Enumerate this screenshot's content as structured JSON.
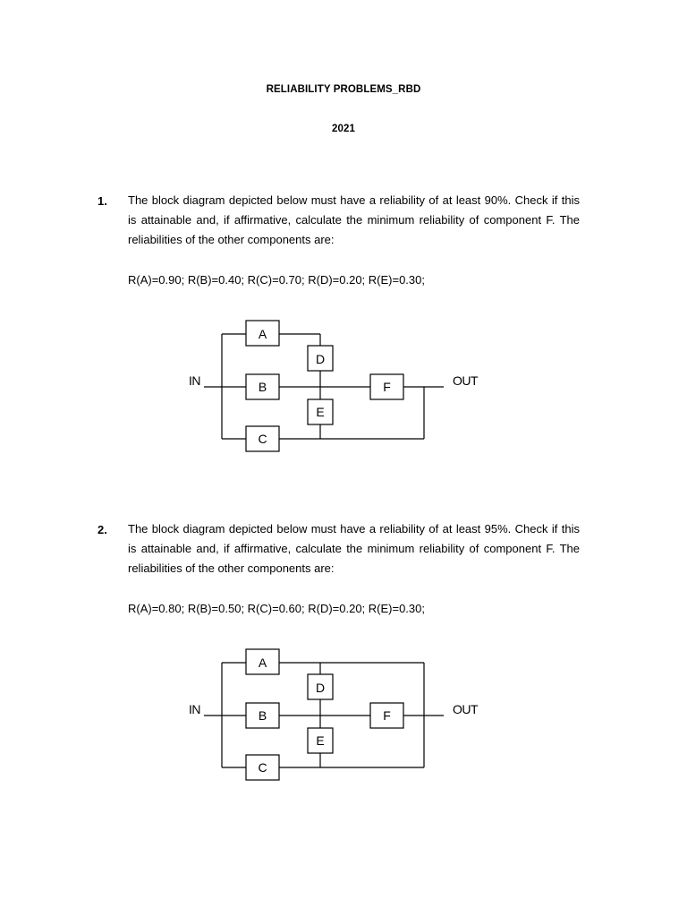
{
  "document": {
    "title": "RELIABILITY PROBLEMS_RBD",
    "year": "2021"
  },
  "problems": [
    {
      "number": "1.",
      "text": "The block diagram depicted below must have a reliability of at least 90%. Check if this is attainable and, if affirmative, calculate the minimum reliability of component F. The reliabilities of the other components are:",
      "reliabilities": "R(A)=0.90; R(B)=0.40; R(C)=0.70; R(D)=0.20; R(E)=0.30;",
      "diagram": {
        "in_label": "IN",
        "out_label": "OUT",
        "blocks": {
          "a": "A",
          "b": "B",
          "c": "C",
          "d": "D",
          "e": "E",
          "f": "F"
        }
      }
    },
    {
      "number": "2.",
      "text": "The block diagram depicted below must have a reliability of at least 95%. Check if this is attainable and, if affirmative, calculate the minimum reliability of component F. The reliabilities of the other components are:",
      "reliabilities": "R(A)=0.80; R(B)=0.50; R(C)=0.60; R(D)=0.20; R(E)=0.30;",
      "diagram": {
        "in_label": "IN",
        "out_label": "OUT",
        "blocks": {
          "a": "A",
          "b": "B",
          "c": "C",
          "d": "D",
          "e": "E",
          "f": "F"
        }
      }
    }
  ]
}
